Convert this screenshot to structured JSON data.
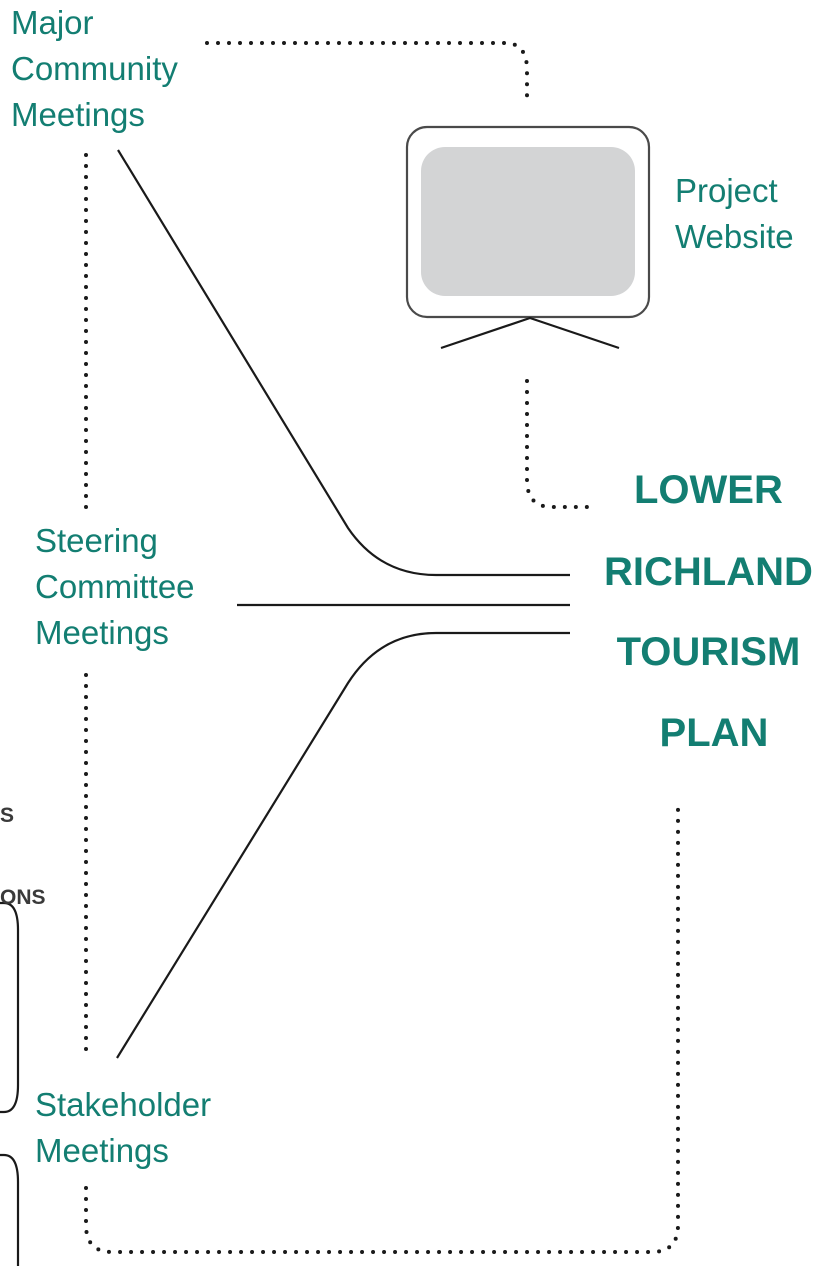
{
  "diagram": {
    "center": {
      "lines": [
        "LOWER",
        "RICHLAND",
        "TOURISM",
        "PLAN"
      ]
    },
    "nodes": {
      "major_community": {
        "lines": [
          "Major",
          "Community",
          "Meetings"
        ]
      },
      "project_website": {
        "lines": [
          "Project",
          "Website"
        ]
      },
      "steering_committee": {
        "lines": [
          "Steering",
          "Committee",
          "Meetings"
        ]
      },
      "stakeholder": {
        "lines": [
          "Stakeholder",
          "Meetings"
        ]
      }
    },
    "cut_off_labels": [
      "S",
      "ONS"
    ],
    "colors": {
      "accent": "#137e72",
      "line": "#1a1a1a",
      "monitor_screen": "#d3d4d5",
      "monitor_border": "#4a4a4a"
    },
    "icons": {
      "website": "monitor-icon"
    }
  }
}
